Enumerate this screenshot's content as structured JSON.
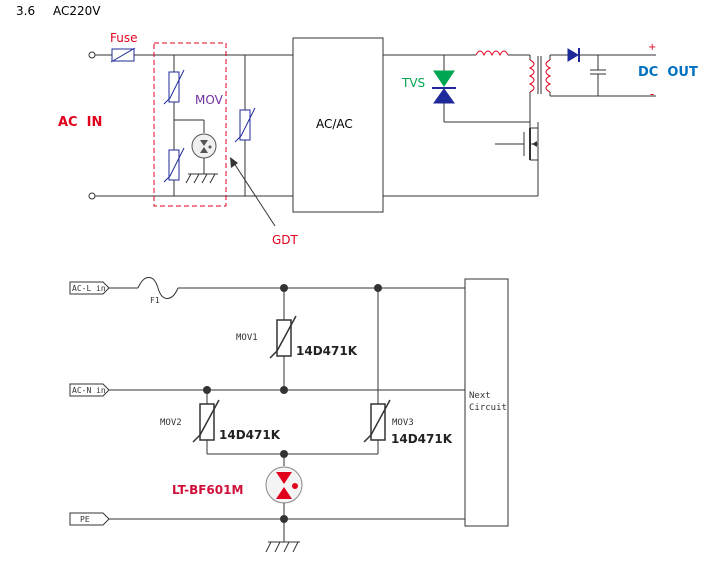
{
  "heading": {
    "number": "3.6",
    "title": "AC220V"
  },
  "top_circuit": {
    "fuse_label": "Fuse",
    "ac_in_label": "AC  IN",
    "mov_label": "MOV",
    "gdt_label": "GDT",
    "converter_label": "AC/AC",
    "tvs_label": "TVS",
    "dc_out_label": "DC  OUT",
    "plus_sign": "+",
    "minus_sign": "-"
  },
  "bottom_circuit": {
    "ac_l_label": "AC-L in",
    "ac_n_label": "AC-N in",
    "pe_label": "PE",
    "fuse_label": "F1",
    "mov1_label": "MOV1",
    "mov2_label": "MOV2",
    "mov3_label": "MOV3",
    "mov1_part": "14D471K",
    "mov2_part": "14D471K",
    "mov3_part": "14D471K",
    "gdt_part": "LT-BF601M",
    "next_line1": "Next",
    "next_line2": "Circuit"
  },
  "colors": {
    "red": "#e0001b",
    "blue": "#0070c0",
    "navy": "#1f2a9a",
    "green": "#00a651",
    "purple": "#7030a0"
  }
}
